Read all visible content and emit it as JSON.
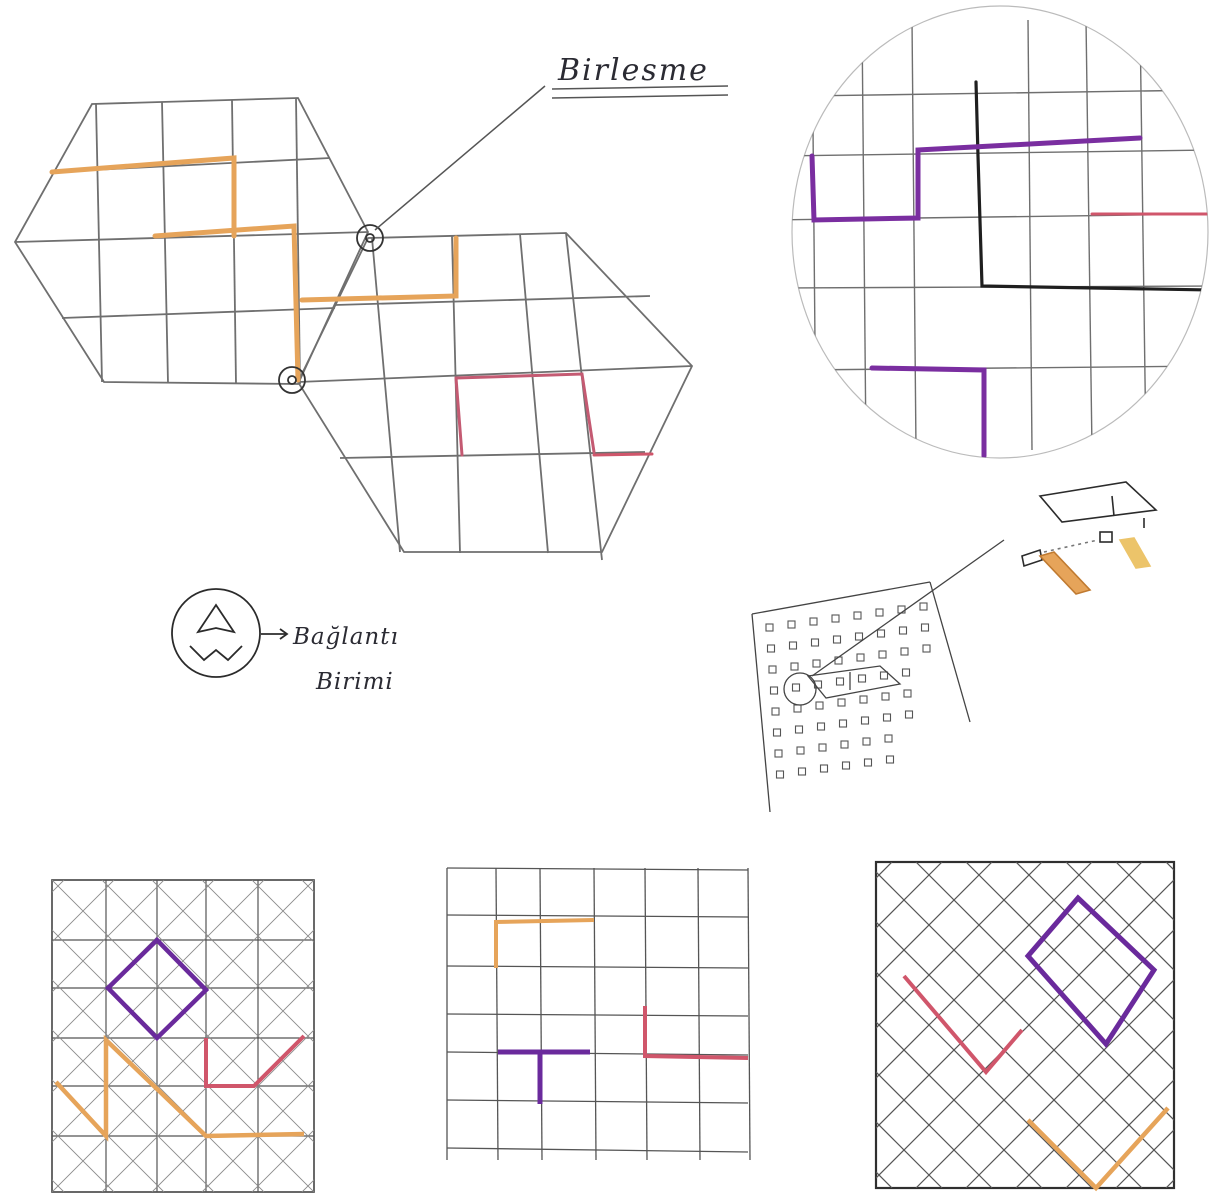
{
  "labels": {
    "joint": "Birlesme",
    "connector_line1": "Bağlantı",
    "connector_line2": "Birimi"
  },
  "colors": {
    "pencil": "#6f6f6f",
    "ink": "#2b2b2b",
    "orange": "#e6a45a",
    "purple": "#7a2ea0",
    "pink": "#d0566b",
    "yellow": "#ecc46a"
  },
  "icons": {
    "connector_symbol": "connector-unit-icon",
    "joint_markers": "circle-marker-icon"
  }
}
